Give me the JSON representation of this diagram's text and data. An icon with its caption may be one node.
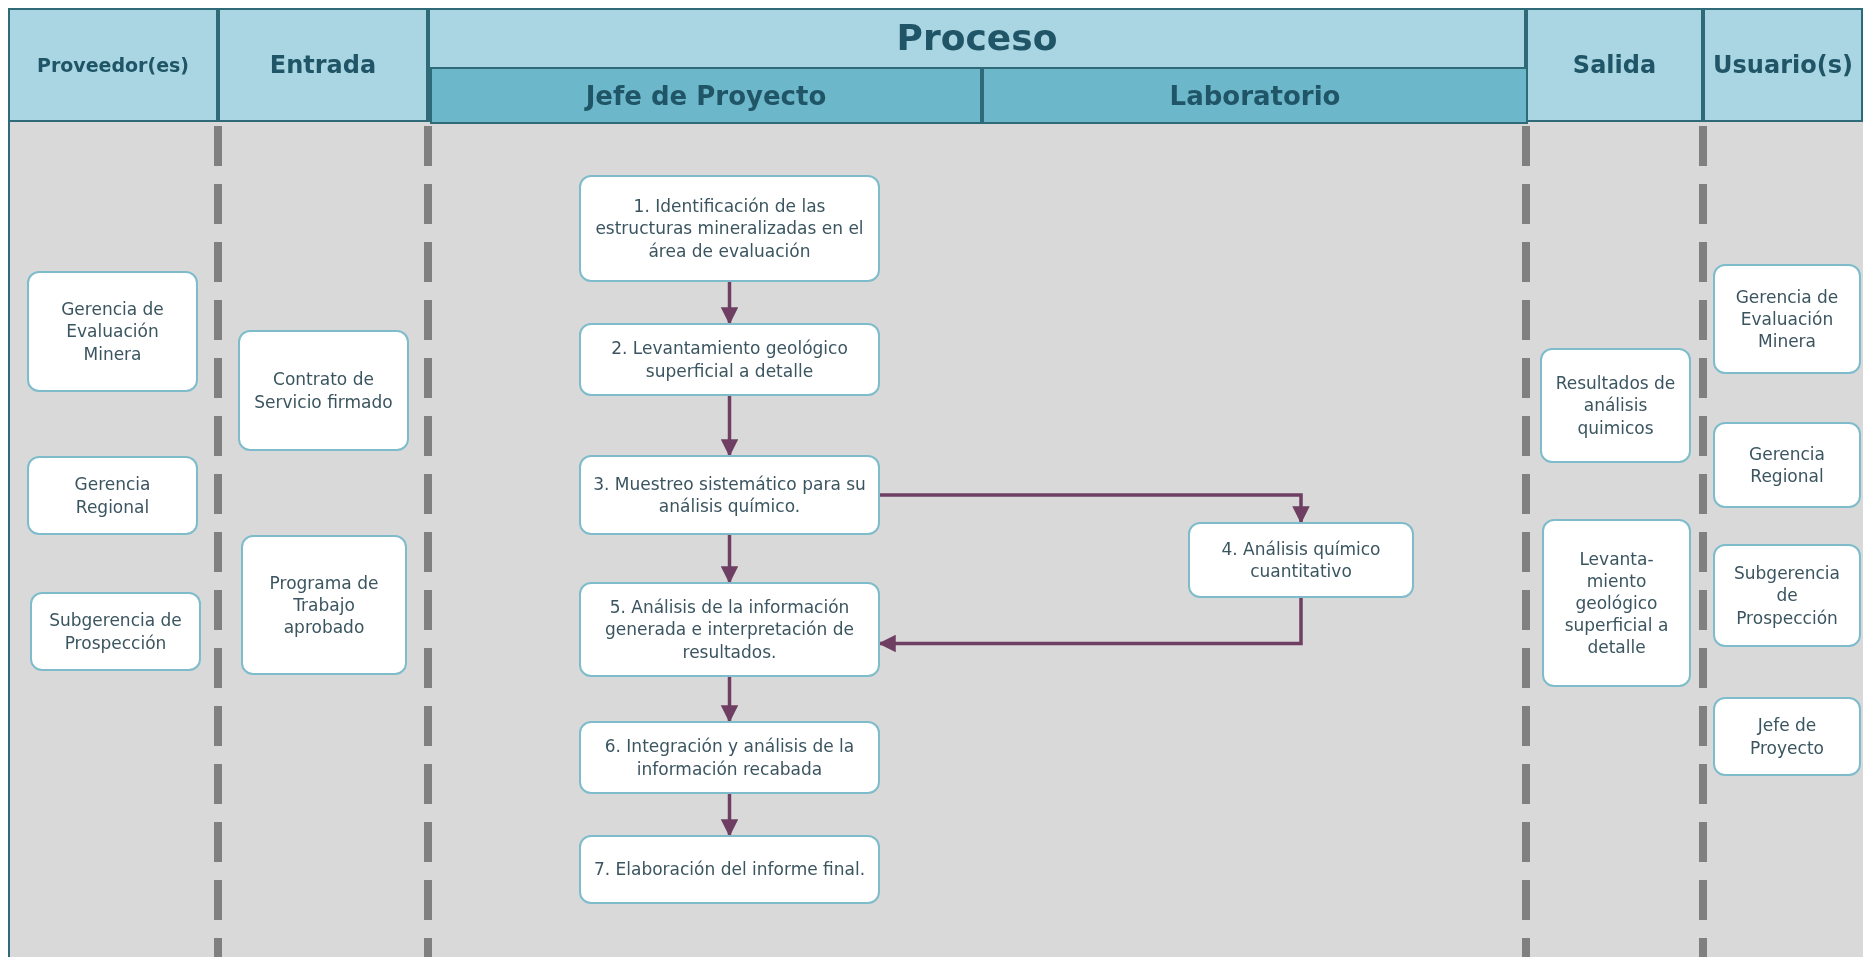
{
  "diagram": {
    "nodes": [
      {
        "text": [
          "Proveedor(es)"
        ]
      },
      {
        "text": [
          "Entrada"
        ]
      },
      {
        "text": [
          "Proceso"
        ]
      },
      {
        "text": [
          "Jefe de Proyecto"
        ],
        "in": 2
      },
      {
        "text": [
          "Laboratorio"
        ],
        "in": 2
      },
      {
        "text": [
          "Salida"
        ]
      },
      {
        "text": [
          "Usuario(s)"
        ]
      },
      {
        "text": [
          "Gerencia de Evaluación Minera"
        ]
      },
      {
        "text": [
          "Gerencia Regional"
        ]
      },
      {
        "text": [
          "Subgerencia de Prospección"
        ]
      },
      {
        "text": [
          "Contrato de Servicio firmado"
        ]
      },
      {
        "text": [
          "Programa de Trabajo aprobado"
        ]
      },
      {
        "text": [
          "1. Identificación de las estructuras mineralizadas en el área de evaluación"
        ]
      },
      {
        "text": [
          "2. Levantamiento geológico superficial a detalle"
        ]
      },
      {
        "text": [
          "3. Muestreo sistemático para su análisis químico."
        ]
      },
      {
        "text": [
          "4. Análisis químico cuantitativo"
        ]
      },
      {
        "text": [
          "5. Análisis de la información generada e interpretación de resultados."
        ]
      },
      {
        "text": [
          "6. Integración y análisis de la información recabada"
        ]
      },
      {
        "text": [
          "7. Elaboración del informe final."
        ]
      },
      {
        "text": [
          "Resultados de análisis quimicos"
        ]
      },
      {
        "text": [
          "Levanta- miento geológico superficial a detalle"
        ]
      },
      {
        "text": [
          "Gerencia de Evaluación Minera"
        ]
      },
      {
        "text": [
          "Gerencia Regional"
        ]
      },
      {
        "text": [
          "Subgerencia de Prospección"
        ]
      },
      {
        "text": [
          "Jefe de Proyecto"
        ]
      }
    ],
    "edges": [
      {
        "from": 12,
        "to": 13,
        "arrow": "to"
      },
      {
        "from": 13,
        "to": 14,
        "arrow": "to"
      },
      {
        "from": 14,
        "to": 15,
        "arrow": "to"
      },
      {
        "from": 14,
        "to": 16,
        "arrow": "to"
      },
      {
        "from": 15,
        "to": 16,
        "arrow": "to"
      },
      {
        "from": 16,
        "to": 17,
        "arrow": "to"
      },
      {
        "from": 17,
        "to": 18,
        "arrow": "to"
      }
    ]
  }
}
